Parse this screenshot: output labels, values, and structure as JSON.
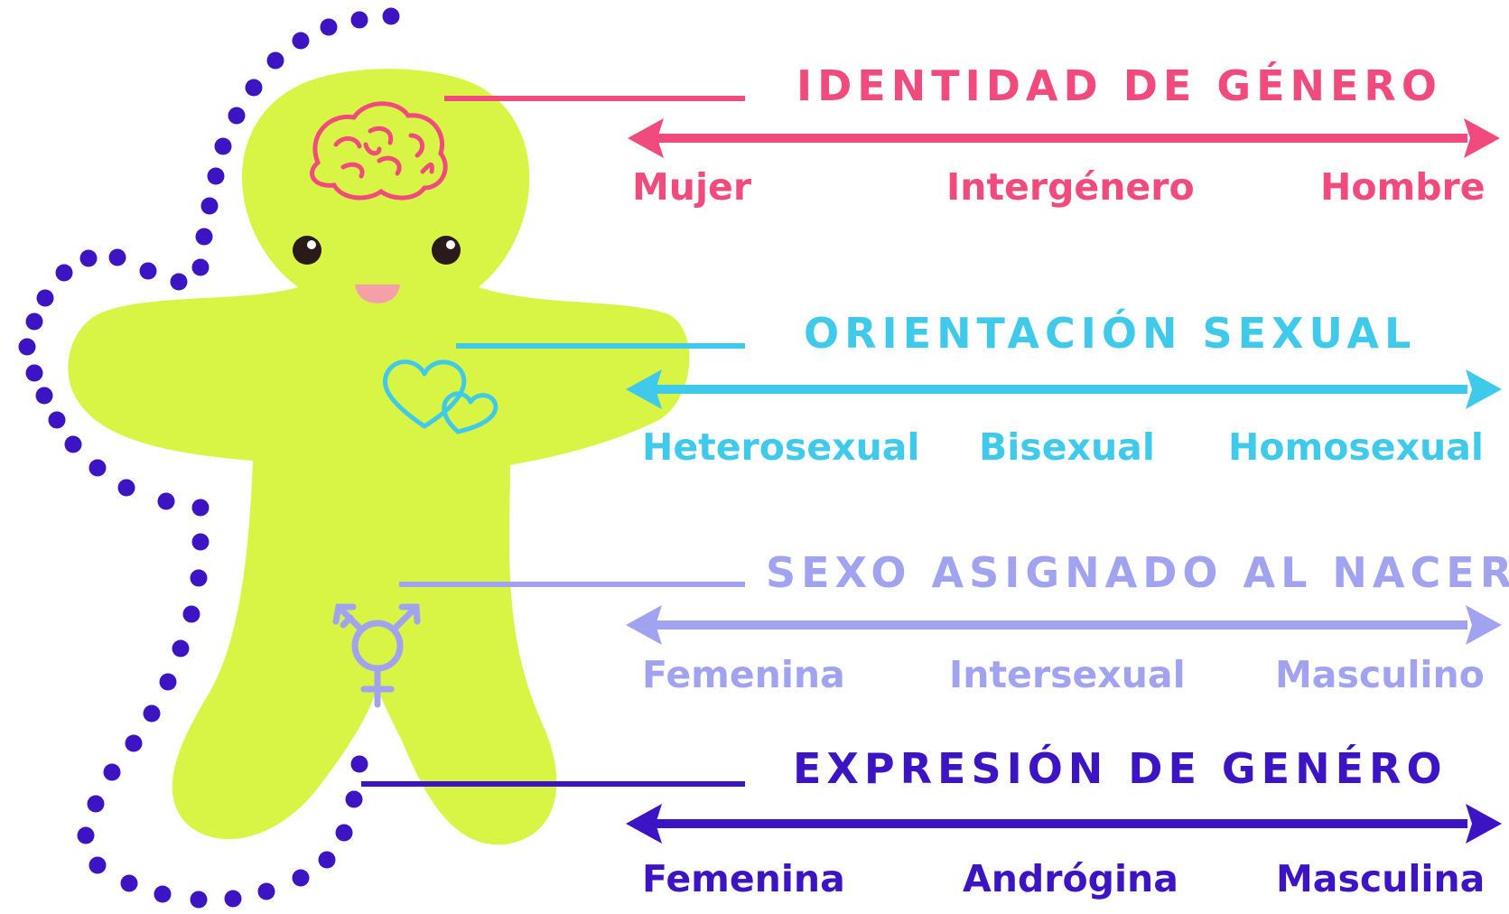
{
  "colors": {
    "identity": "#f04b7c",
    "orientation": "#3fc9ea",
    "sex": "#a1a3f0",
    "expression": "#3d14c4",
    "figure": "#d8f545",
    "dots": "#3d14c4"
  },
  "figure": {
    "icons": [
      "brain-icon",
      "hearts-icon",
      "transgender-symbol-icon"
    ]
  },
  "rows": [
    {
      "key": "identity",
      "icon": "brain-icon",
      "title": "IDENTIDAD DE GÉNERO",
      "left": "Mujer",
      "middle": "Intergénero",
      "right": "Hombre"
    },
    {
      "key": "orientation",
      "icon": "hearts-icon",
      "title": "ORIENTACIÓN SEXUAL",
      "left": "Heterosexual",
      "middle": "Bisexual",
      "right": "Homosexual"
    },
    {
      "key": "sex",
      "icon": "transgender-symbol-icon",
      "title": "SEXO ASIGNADO AL NACER",
      "left": "Femenina",
      "middle": "Intersexual",
      "right": "Masculino"
    },
    {
      "key": "expression",
      "icon": "",
      "title": "EXPRESIÓN DE GENÉRO",
      "left": "Femenina",
      "middle": "Andrógina",
      "right": "Masculina"
    }
  ]
}
